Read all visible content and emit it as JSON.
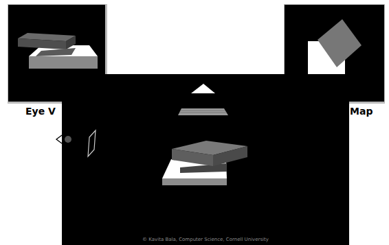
{
  "diagram": {
    "labels": [
      "Eye V",
      "Map",
      "© Kavita Bala, Computer Science, Cornell University"
    ]
  }
}
